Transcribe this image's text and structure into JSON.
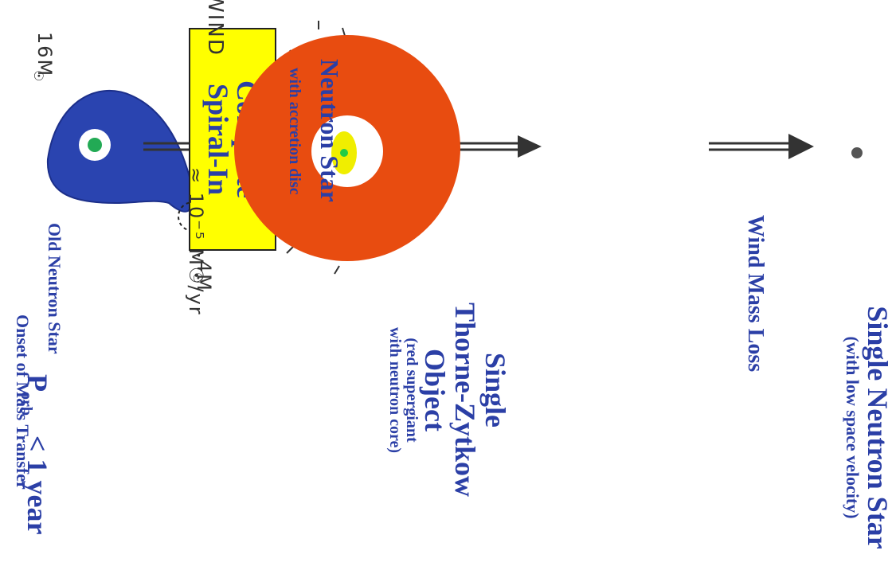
{
  "stage1": {
    "mass_donor": "16M",
    "mass_neutron": "1.4M",
    "old_neutron_star_label": "Old Neutron Star",
    "porb_symbol": "P",
    "porb_subscript": "orb",
    "porb_condition": "< 1 year",
    "onset_label": "Onset of Mass Transfer"
  },
  "arrow_box": {
    "line1": "Complete",
    "line2": "Spiral-In"
  },
  "stage2": {
    "center_label": "Neutron Star",
    "disc_label": "with accretion disc",
    "wind_label": "WIND",
    "rate_label": "≈ 10⁻⁵ M☉/yr",
    "title_line1": "Single",
    "title_line2": "Thorne-Zytkow",
    "title_line3": "Object",
    "desc_line1": "(red supergiant",
    "desc_line2": "with neutron core)"
  },
  "stage3": {
    "process_label": "Wind Mass Loss",
    "title": "Single Neutron Star",
    "desc": "(with low space velocity)"
  },
  "colors": {
    "label_blue": "#2b3fa6",
    "star_blue": "#2a44b0",
    "supergiant": "#e84c10",
    "box_yellow": "#ffff00",
    "core_green": "#22cc44"
  }
}
